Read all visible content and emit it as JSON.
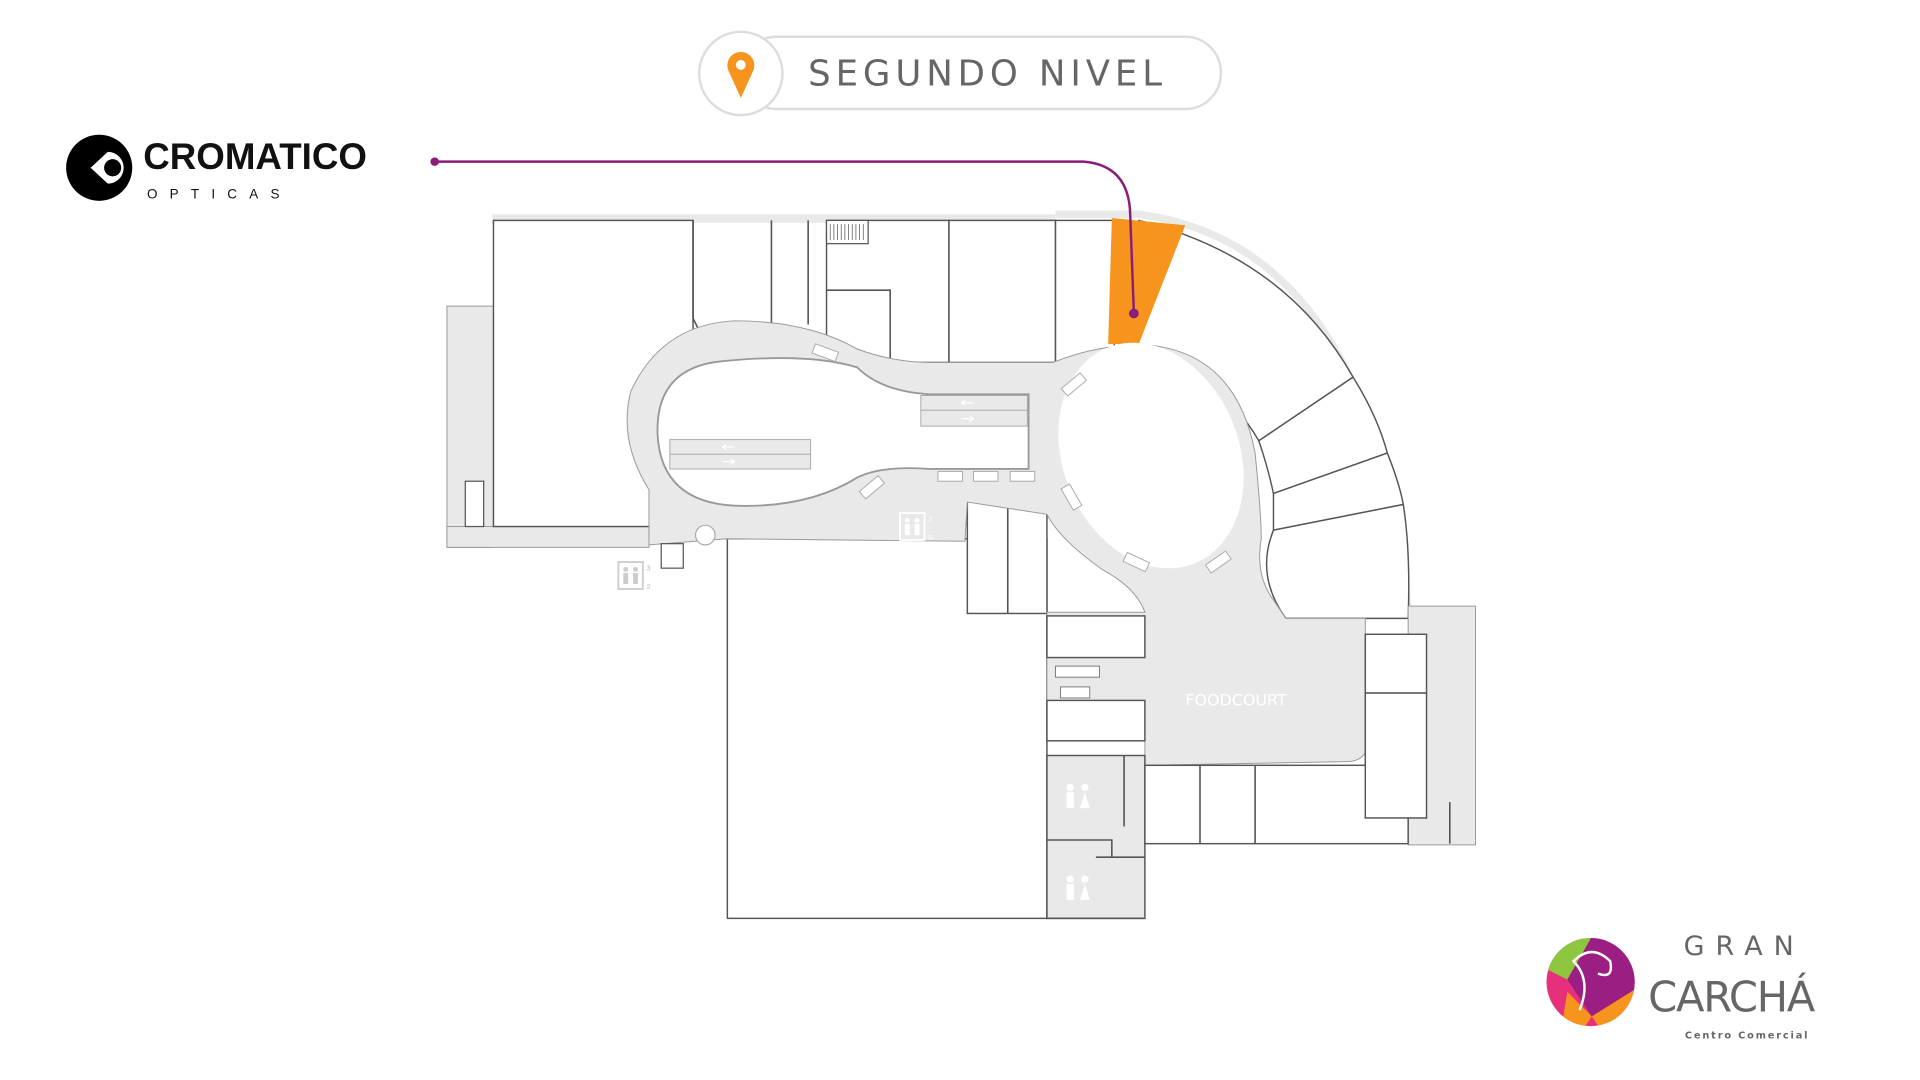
{
  "level": {
    "label": "SEGUNDO NIVEL",
    "icon": "map-pin-icon",
    "pin_color": "#f7941d"
  },
  "store": {
    "name": "CROMATICO",
    "subtitle": "OPTICAS",
    "highlight_color": "#f7941d",
    "leader_color": "#8a1c7c"
  },
  "map": {
    "area_label": "FOODCOURT",
    "elevator_1_floors": [
      "2",
      "S"
    ],
    "elevator_2_floors": [
      "3",
      "2"
    ]
  },
  "mall_logo": {
    "line1": "GRAN",
    "line2": "CARCHÁ",
    "line3": "Centro Comercial"
  }
}
